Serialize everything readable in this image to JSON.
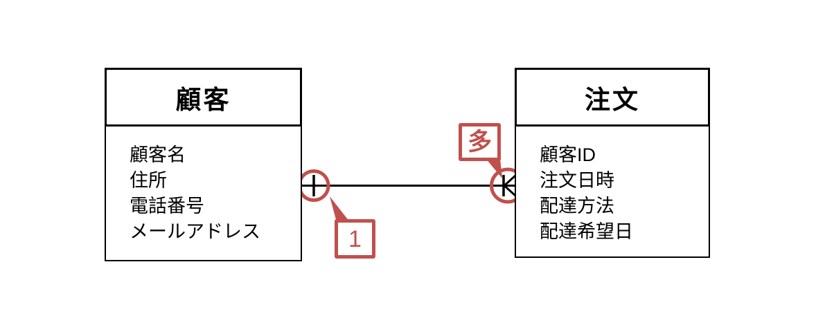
{
  "diagram": {
    "kind": "entity-relationship-diagram",
    "entities": [
      {
        "name": "顧客",
        "attributes": [
          "顧客名",
          "住所",
          "電話番号",
          "メールアドレス"
        ]
      },
      {
        "name": "注文",
        "attributes": [
          "顧客ID",
          "注文日時",
          "配達方法",
          "配達希望日"
        ]
      }
    ],
    "relationship": {
      "from": "顧客",
      "to": "注文",
      "left_end_notation": "one-tick-marker",
      "right_end_notation": "crow-foot-many-marker",
      "left_callout_label": "1",
      "right_callout_label": "多"
    },
    "colors": {
      "annotation_red": "#c0504d",
      "line_black": "#000000",
      "background": "#ffffff"
    }
  }
}
